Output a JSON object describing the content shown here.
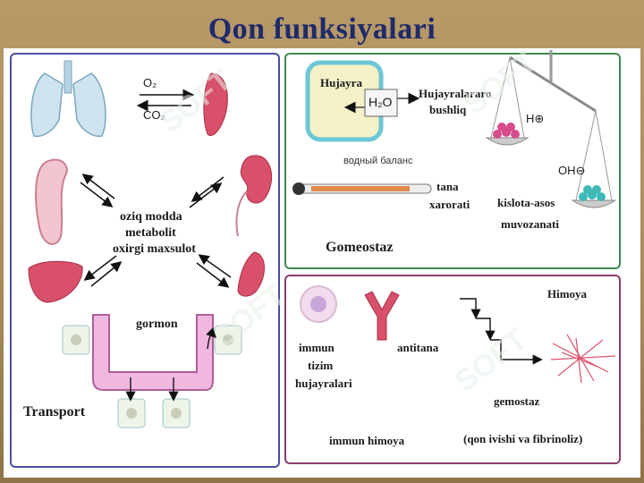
{
  "title": "Qon funksiyalari",
  "watermark_text": "SOFT",
  "transport": {
    "gas_o2": "O₂",
    "gas_co2": "CO₂",
    "center_line1": "oziq modda",
    "center_line2": "metabolit",
    "center_line3": "oxirgi maxsulot",
    "hormone": "gormon",
    "caption": "Transport"
  },
  "homeostasis": {
    "cell": "Hujayra",
    "water": "H₂O",
    "intercellular_line1": "Hujayralararo",
    "intercellular_line2": "bushliq",
    "water_balance": "водный баланс",
    "temp_line1": "tana",
    "temp_line2": "xarorati",
    "acid_line1": "kislota-asos",
    "acid_line2": "muvozanati",
    "h_ion": "H⊕",
    "oh_ion": "OH⊖",
    "caption": "Gomeostaz"
  },
  "defense": {
    "title": "Himoya",
    "immune_line1": "immun",
    "immune_line2": "tizim",
    "immune_line3": "hujayralari",
    "antibody": "antitana",
    "hemostasis": "gemostaz",
    "immune_defense": "immun himoya",
    "coagulation": "(qon ivishi va fibrinoliz)"
  },
  "colors": {
    "title": "#1f2a6b",
    "organ_red": "#d9506a",
    "panel_transport": "#4a4fa3",
    "panel_homeo": "#3d8a52",
    "panel_defense": "#8a3d6a",
    "watermark": "#7fd39a"
  }
}
